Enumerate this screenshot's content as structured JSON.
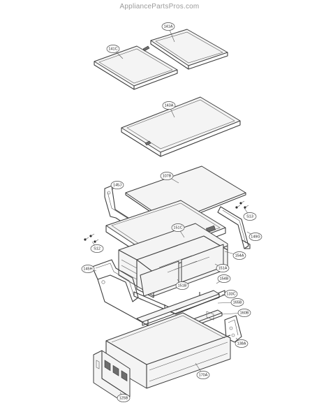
{
  "watermark": "AppliancePartsPros.com",
  "callouts": [
    {
      "id": "141A",
      "label": "141A"
    },
    {
      "id": "141C",
      "label": "141C"
    },
    {
      "id": "143A",
      "label": "143A"
    },
    {
      "id": "107B",
      "label": "107B"
    },
    {
      "id": "145J",
      "label": "145J"
    },
    {
      "id": "S13",
      "label": "S13"
    },
    {
      "id": "149G",
      "label": "149G"
    },
    {
      "id": "151C",
      "label": "151C"
    },
    {
      "id": "S12",
      "label": "S12"
    },
    {
      "id": "154A",
      "label": "154A"
    },
    {
      "id": "145H",
      "label": "145H"
    },
    {
      "id": "151A",
      "label": "151A"
    },
    {
      "id": "151B",
      "label": "151B"
    },
    {
      "id": "154B",
      "label": "154B"
    },
    {
      "id": "133C",
      "label": "133C"
    },
    {
      "id": "165B",
      "label": "165B"
    },
    {
      "id": "160B",
      "label": "160B"
    },
    {
      "id": "138A",
      "label": "138A"
    },
    {
      "id": "170A",
      "label": "170A"
    },
    {
      "id": "125B",
      "label": "125B"
    }
  ]
}
